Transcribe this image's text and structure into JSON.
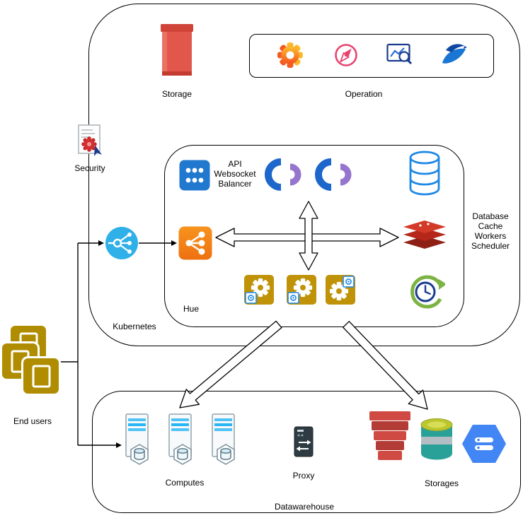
{
  "groups": {
    "kubernetes": {
      "label": "Kubernetes"
    },
    "hue": {
      "label": "Hue"
    },
    "operation": {
      "label": "Operation"
    },
    "datawarehouse": {
      "label": "Datawarehouse"
    }
  },
  "labels": {
    "storage": "Storage",
    "security": "Security",
    "end_users": "End users",
    "computes": "Computes",
    "proxy": "Proxy",
    "storages": "Storages"
  },
  "api_node": {
    "lines": [
      "API",
      "Websocket",
      "Balancer"
    ]
  },
  "services_stack": {
    "lines": [
      "Database",
      "Cache",
      "Workers",
      "Scheduler"
    ]
  },
  "colors": {
    "storage_red": "#e2574c",
    "grafana_orange": "#f4821e",
    "compass_pink": "#e8436f",
    "monitor_navy": "#1a3c8f",
    "bird_blue": "#1976d2",
    "balancer_blue": "#2178cf",
    "hue_blue": "#1c66cc",
    "hue_purple": "#9575cd",
    "database_blue": "#1e88e5",
    "redis_red": "#b5271a",
    "share_orange": "#f57f17",
    "worker_gold": "#bf9207",
    "scheduler_green": "#7cb342",
    "service_blue": "#2fb0e8",
    "endusers_gold": "#b08d00",
    "s3_red": "#cf4a42",
    "cylinder_teal": "#2aa198",
    "gcp_blue": "#4285f4"
  }
}
